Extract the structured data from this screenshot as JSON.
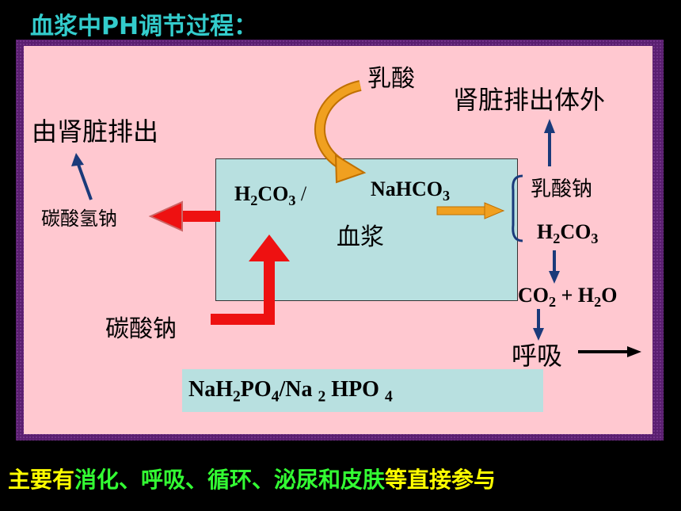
{
  "title": "血浆中PH调节过程：",
  "labels": {
    "lactic_acid": "乳酸",
    "kidney_excrete_out": "肾脏排出体外",
    "kidney_excrete": "由肾脏排出",
    "sodium_bicarbonate": "碳酸氢钠",
    "sodium_carbonate": "碳酸钠",
    "plasma": "血浆",
    "sodium_lactate": "乳酸钠",
    "breathing": "呼吸"
  },
  "formulas": {
    "h2co3_a": "H",
    "h2co3_b": "2",
    "h2co3_c": "CO",
    "h2co3_d": "3",
    "slash": "/",
    "nahco3_a": "NaHCO",
    "nahco3_b": "3",
    "co2_a": "CO",
    "co2_b": "2",
    "plus": "+",
    "h2o_a": "H",
    "h2o_b": "2",
    "h2o_c": "O",
    "buffer2_nah2po4_a": "NaH",
    "buffer2_nah2po4_b": "2",
    "buffer2_nah2po4_c": "PO",
    "buffer2_nah2po4_d": "4",
    "buffer2_slash": "/",
    "buffer2_na2hpo4_a": "Na ",
    "buffer2_na2hpo4_b": "2",
    "buffer2_na2hpo4_c": " HPO ",
    "buffer2_na2hpo4_d": "4"
  },
  "footer": {
    "part1": "主要有",
    "part2": "消化、呼吸、循环、泌尿和皮肤",
    "part3": "等直接参与"
  },
  "colors": {
    "title": "#33cccc",
    "panel": "#ffc8d0",
    "plasma_box": "#b8e0e0",
    "red_arrow": "#ee1111",
    "orange_arrow": "#f0a020",
    "blue_arrow": "#1a3a7a",
    "footer_yellow": "#ffff00",
    "footer_green": "#33ff33"
  }
}
